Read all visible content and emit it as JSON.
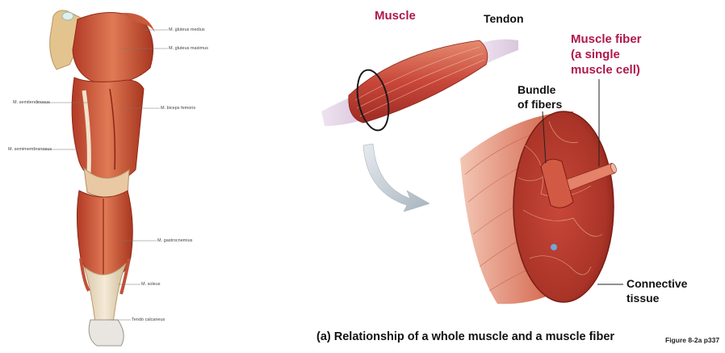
{
  "leg_labels": {
    "gluteus_medius": "M. gluteus medius",
    "gluteus_maximus": "M. gluteus maximus",
    "semitendinosus": "M. semitendinosus",
    "biceps_femoris": "M. biceps femoris",
    "semimembranosus": "M. semimembranosus",
    "gastrocnemius": "M. gastrocnemius",
    "soleus": "M. soleus",
    "tendo_calcaneus": "Tendo calcaneus"
  },
  "labels": {
    "muscle": "Muscle",
    "tendon": "Tendon",
    "muscle_fiber_line1": "Muscle fiber",
    "muscle_fiber_line2": "(a single",
    "muscle_fiber_line3": "muscle cell)",
    "bundle_line1": "Bundle",
    "bundle_line2": "of fibers",
    "connective_line1": "Connective",
    "connective_line2": "tissue"
  },
  "caption": "(a) Relationship of a whole muscle and a muscle fiber",
  "figure_ref": "Figure 8-2a p337",
  "colors": {
    "muscle_red": "#c8473a",
    "muscle_dark": "#9e2b22",
    "tendon": "#e9d6c8",
    "label_red": "#b0184a",
    "arrow_gray": "#b9c3cc"
  }
}
